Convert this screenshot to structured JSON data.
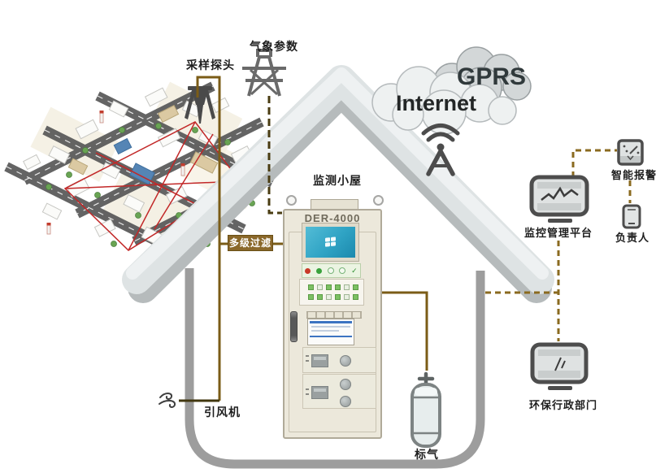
{
  "labels": {
    "sampling_probe": "采样探头",
    "weather_params": "气象参数",
    "monitoring_cabin": "监测小屋",
    "cabinet_model": "DER-4000",
    "multi_stage_filter": "多级过滤",
    "draft_fan": "引风机",
    "standard_gas": "标气",
    "gprs": "GPRS",
    "internet": "Internet",
    "smart_alarm": "智能报警",
    "monitoring_platform": "监控管理平台",
    "responsible_person": "负责人",
    "env_admin_dept": "环保行政部门"
  },
  "colors": {
    "pipe_solid": "#7b5c17",
    "pipe_fan": "#41370f",
    "dash_weather": "#4a3c12",
    "dash_signal": "#8a6a1f",
    "badge_bg": "#8a682a",
    "roof": "#dee3e4",
    "roof_shadow": "#b6bbbc",
    "wall": "#9d9d9d",
    "cabinet_body": "#ece8db",
    "screen_teal": "#2fa3c4",
    "cloud_gprs": "#d3d7d8",
    "cloud_internet": "#eef1f1",
    "network_red": "#c22828",
    "icon_gray": "#4d4d4d"
  },
  "connections": [
    {
      "from": "sampling-probe",
      "to": "multi-stage-filter",
      "style": "solid"
    },
    {
      "from": "multi-stage-filter",
      "to": "cabinet",
      "style": "solid"
    },
    {
      "from": "multi-stage-filter",
      "to": "draft-fan",
      "style": "solid"
    },
    {
      "from": "weather-tower",
      "to": "cabinet",
      "style": "dashed"
    },
    {
      "from": "cabinet",
      "to": "standard-gas-cylinder",
      "style": "solid"
    },
    {
      "from": "house-wall",
      "to": "env-admin-dept",
      "style": "dashed"
    },
    {
      "from": "monitoring-platform",
      "to": "smart-alarm",
      "style": "dashed"
    },
    {
      "from": "smart-alarm",
      "to": "responsible-person",
      "style": "dashed"
    },
    {
      "from": "monitoring-platform",
      "to": "env-admin-dept",
      "style": "dashed"
    }
  ]
}
